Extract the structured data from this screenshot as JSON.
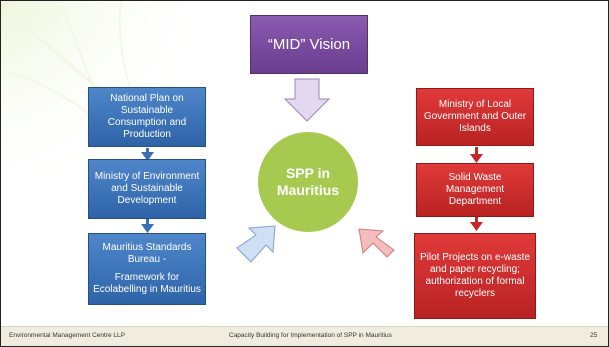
{
  "vision_box": {
    "label": "“MID” Vision"
  },
  "center": {
    "label": "SPP in Mauritius"
  },
  "left_boxes": [
    {
      "label": "National Plan on Sustainable Consumption and Production"
    },
    {
      "label": "Ministry of Environment and Sustainable Development"
    },
    {
      "label": "Mauritius Standards Bureau -",
      "sub": "Framework for Ecolabelling in Mauritius"
    }
  ],
  "right_boxes": [
    {
      "label": "Ministry of Local Government and Outer Islands"
    },
    {
      "label": "Solid Waste Management Department"
    },
    {
      "label": "Pilot Projects on e-waste and paper recycling; authorization of formal recyclers"
    }
  ],
  "footer": {
    "org": "Environmental Management Centre LLP",
    "title": "Capacity Building for Implementation of SPP in Mauritius",
    "page": "25"
  },
  "colors": {
    "blue": "#2e63a8",
    "red": "#c62828",
    "purple": "#6a3d8f",
    "green": "#a6c94f"
  }
}
